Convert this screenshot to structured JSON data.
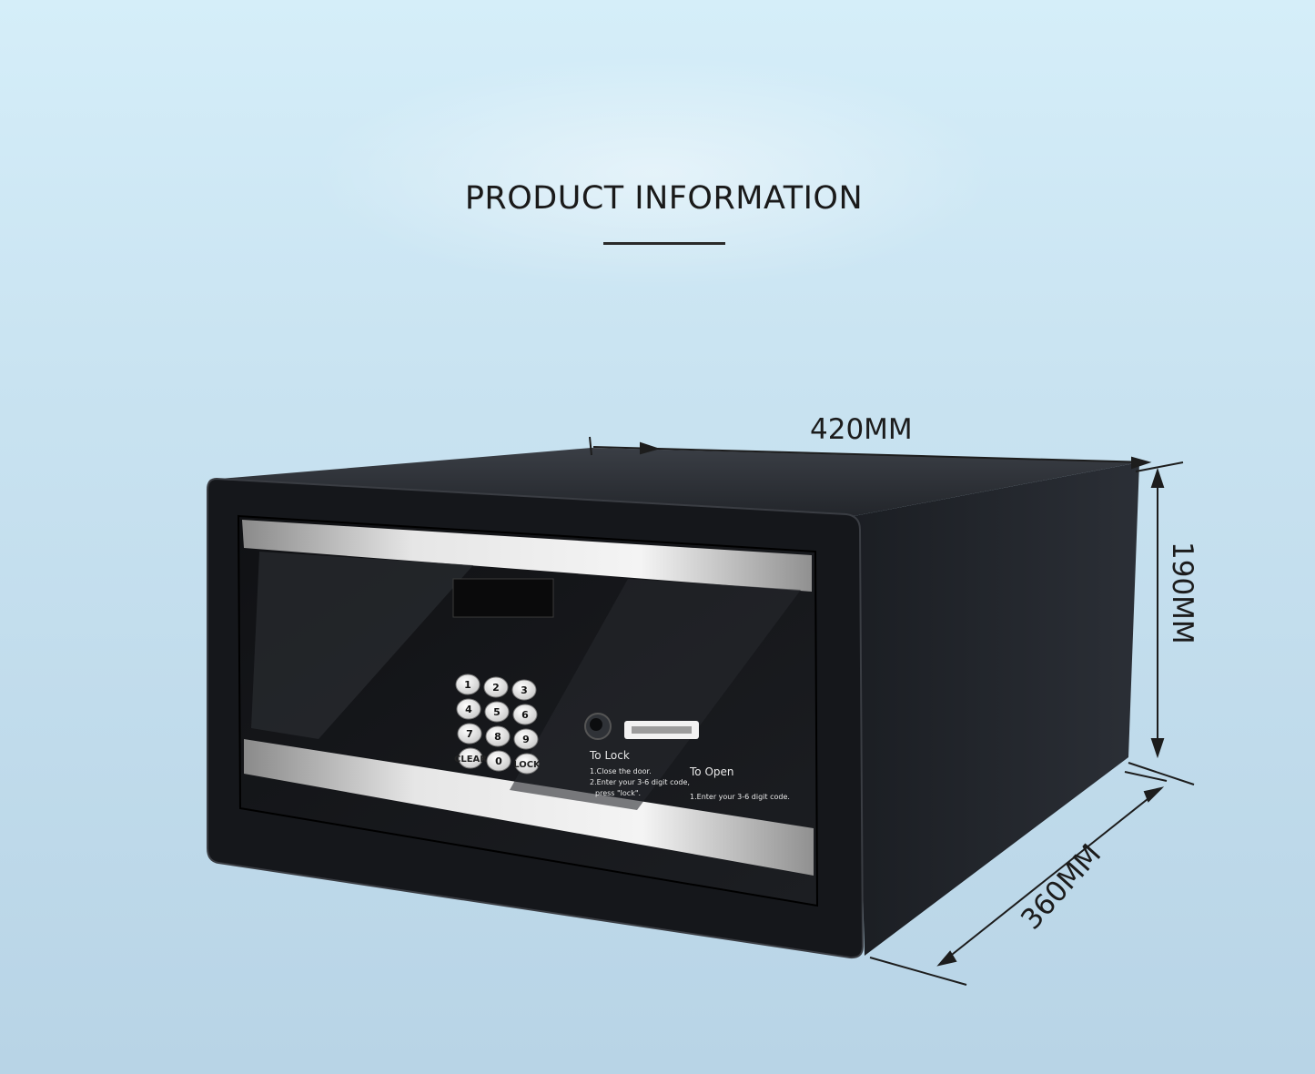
{
  "header": {
    "title": "PRODUCT INFORMATION"
  },
  "dimensions": {
    "width": "420MM",
    "height": "190MM",
    "depth": "360MM"
  },
  "keypad": {
    "keys": [
      "1",
      "2",
      "3",
      "4",
      "5",
      "6",
      "7",
      "8",
      "9",
      "CLEAR",
      "0",
      "LOCK"
    ]
  },
  "instructions": {
    "lock_heading": "To Lock",
    "lock_steps": [
      "1.Close the door.",
      "2.Enter your 3-6 digit code,",
      "press \"lock\"."
    ],
    "open_heading": "To Open",
    "open_steps": [
      "1.Enter your 3-6 digit code."
    ]
  },
  "colors": {
    "background": "#c9e3f1",
    "body": "#1e2126",
    "trim": "#d9d9d9"
  }
}
